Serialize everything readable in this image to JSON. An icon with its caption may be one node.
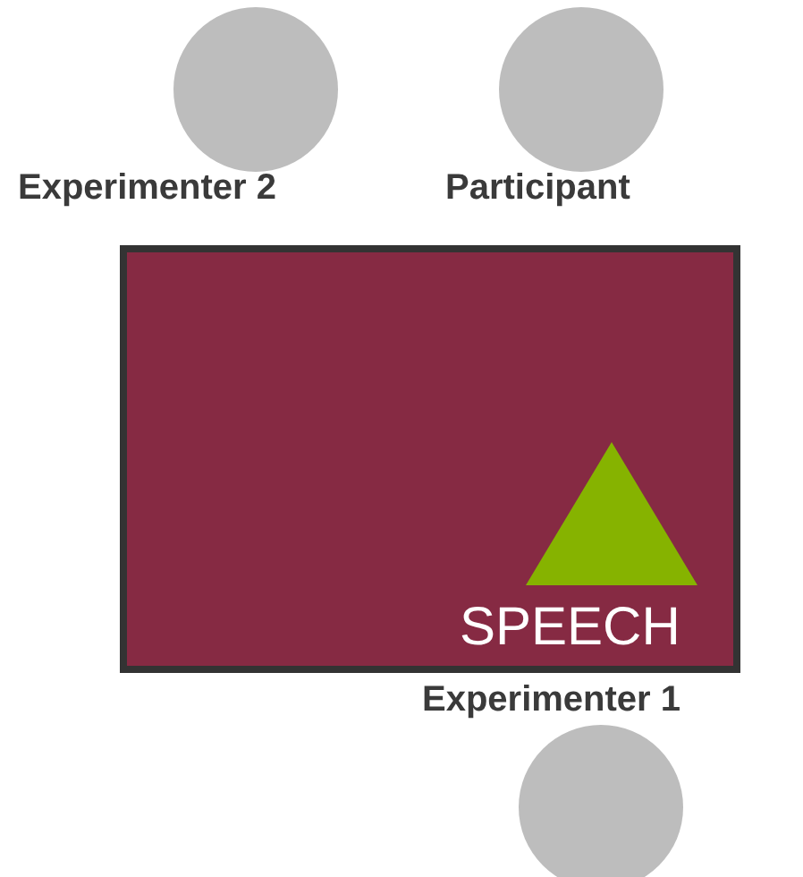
{
  "diagram": {
    "nodes": [
      {
        "text": [
          "Experimenter 2"
        ]
      },
      {
        "text": [
          "Participant"
        ]
      },
      {
        "text": [],
        "shape": "box"
      },
      {
        "text": [
          "SPEECH"
        ],
        "in": 2
      },
      {
        "text": [
          "Experimenter 1"
        ]
      }
    ]
  }
}
